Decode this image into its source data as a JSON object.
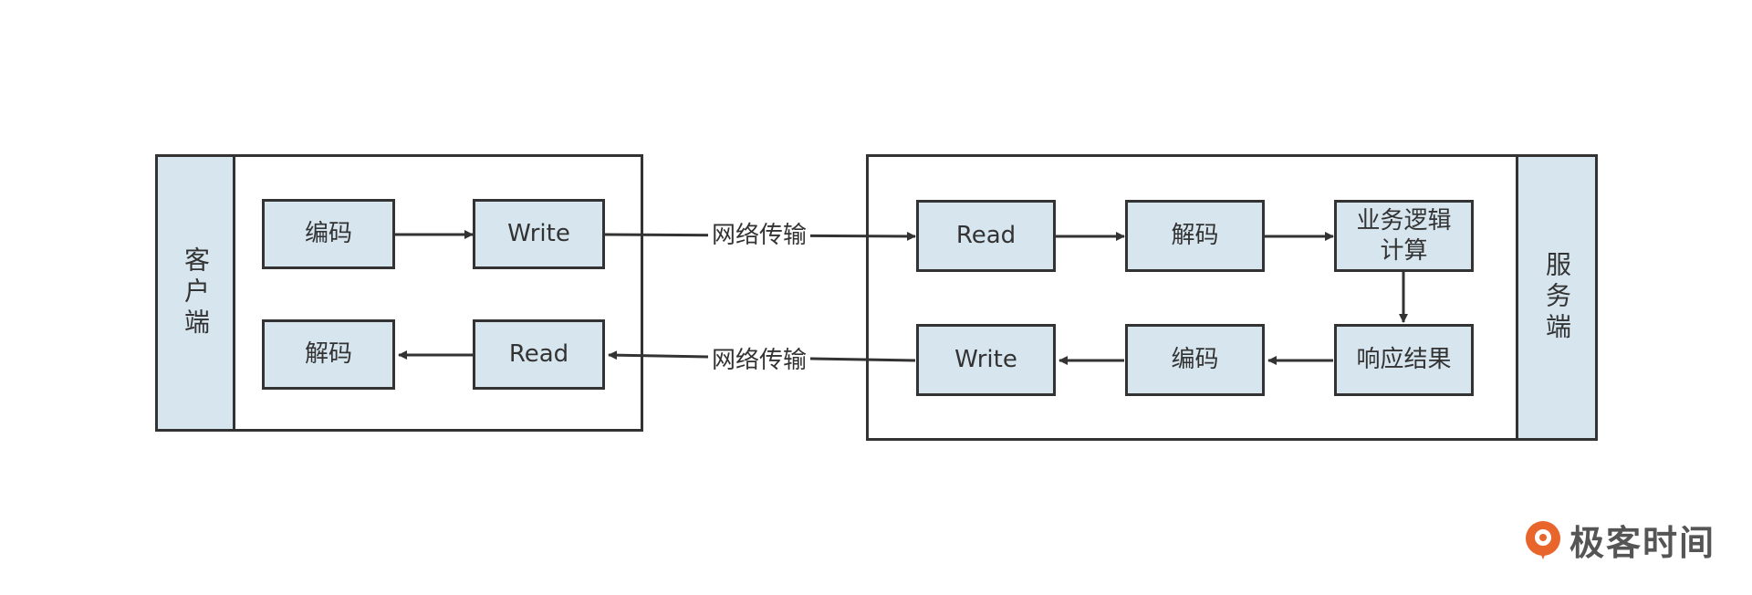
{
  "client": {
    "label": "客户端",
    "boxes": {
      "encode": "编码",
      "write": "Write",
      "decode": "解码",
      "read": "Read"
    }
  },
  "server": {
    "label": "服务端",
    "boxes": {
      "read": "Read",
      "decode": "解码",
      "logic_line1": "业务逻辑",
      "logic_line2": "计算",
      "response": "响应结果",
      "encode": "编码",
      "write": "Write"
    }
  },
  "network": {
    "request_label": "网络传输",
    "response_label": "网络传输"
  },
  "brand": {
    "name": "极客时间",
    "color": "#e8652b"
  },
  "colors": {
    "box_fill": "#d6e5ee",
    "stroke": "#333333"
  }
}
